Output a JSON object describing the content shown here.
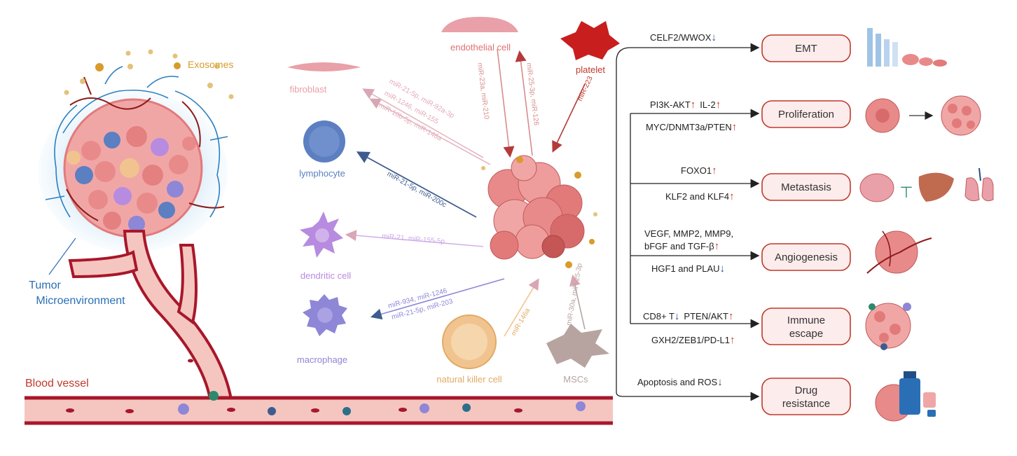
{
  "left_panel": {
    "exosomes_label": "Exosomes",
    "tme_label_line1": "Tumor",
    "tme_label_line2": "Microenvironment",
    "blood_vessel_label": "Blood vessel"
  },
  "cells": {
    "fibroblast": "fibroblast",
    "endothelial": "endothelial cell",
    "platelet": "platelet",
    "lymphocyte": "lymphocyte",
    "dendritic": "dendritic cell",
    "macrophage": "macrophage",
    "nk": "natural killer cell",
    "mscs": "MSCs"
  },
  "arrow_labels": {
    "fibroblast_1": "miR-21-5p, miR-92a-3p",
    "fibroblast_2": "miR-1246, miR-155",
    "fibroblast_3": "miR-10b-5p, miR-146a",
    "endothelial_1": "miR-23a, miR-210",
    "endothelial_2": "miR-25-3p, miR-126",
    "platelet": "miR-223",
    "lymphocyte": "miR-21-5p, miR-200c",
    "dendritic": "miR-21, miR-155-5p",
    "macrophage_1": "miR-934, miR-1246",
    "macrophage_2": "miR-21-5p, miR-203",
    "nk": "miR-146a",
    "mscs": "miR-30a, miR-25-3p"
  },
  "outcomes": [
    {
      "label_lines": [
        "EMT"
      ],
      "colors": {
        "fill": "#fdecec",
        "stroke": "#c0392b"
      }
    },
    {
      "label_lines": [
        "Proliferation"
      ]
    },
    {
      "label_lines": [
        "Metastasis"
      ]
    },
    {
      "label_lines": [
        "Angiogenesis"
      ]
    },
    {
      "label_lines": [
        "Immune",
        "escape"
      ]
    },
    {
      "label_lines": [
        "Drug",
        "resistance"
      ]
    }
  ],
  "mechanisms": {
    "emt": {
      "text": "CELF2/WWOX",
      "dir": "↓"
    },
    "prolif_a": {
      "text": "PI3K-AKT",
      "dir": "↑"
    },
    "prolif_a2": {
      "text": "IL-2",
      "dir": "↑"
    },
    "prolif_b": {
      "text": "MYC/DNMT3a/PTEN",
      "dir": "↑"
    },
    "meta_a": {
      "text": "FOXO1",
      "dir": "↑"
    },
    "meta_b": {
      "text": "KLF2 and KLF4",
      "dir": "↑"
    },
    "angio_a1": {
      "text": "VEGF, MMP2, MMP9,"
    },
    "angio_a2": {
      "text": "bFGF and TGF-β",
      "dir": "↑"
    },
    "angio_b": {
      "text": "HGF1 and PLAU",
      "dir": "↓"
    },
    "immune_a1": {
      "text": "CD8+ T",
      "dir": "↓"
    },
    "immune_a2": {
      "text": "PTEN/AKT",
      "dir": "↑"
    },
    "immune_b": {
      "text": "GXH2/ZEB1/PD-L1",
      "dir": "↑"
    },
    "drug": {
      "text": "Apoptosis and ROS",
      "dir": "↓"
    }
  },
  "colors": {
    "tumor": "#e98a8a",
    "vessel_wall": "#a8172a",
    "vessel_fill": "#f5c6c0",
    "fibro": "#e9a0a8",
    "lymph": "#5b7fc1",
    "dendritic": "#b78be0",
    "macro": "#8e86d6",
    "nk": "#f1c48f",
    "mscs": "#b7a4a0",
    "platelet": "#c81e1e",
    "tme_blue": "#2a6fb5",
    "box_stroke": "#c0392b",
    "box_fill": "#fdecec"
  }
}
